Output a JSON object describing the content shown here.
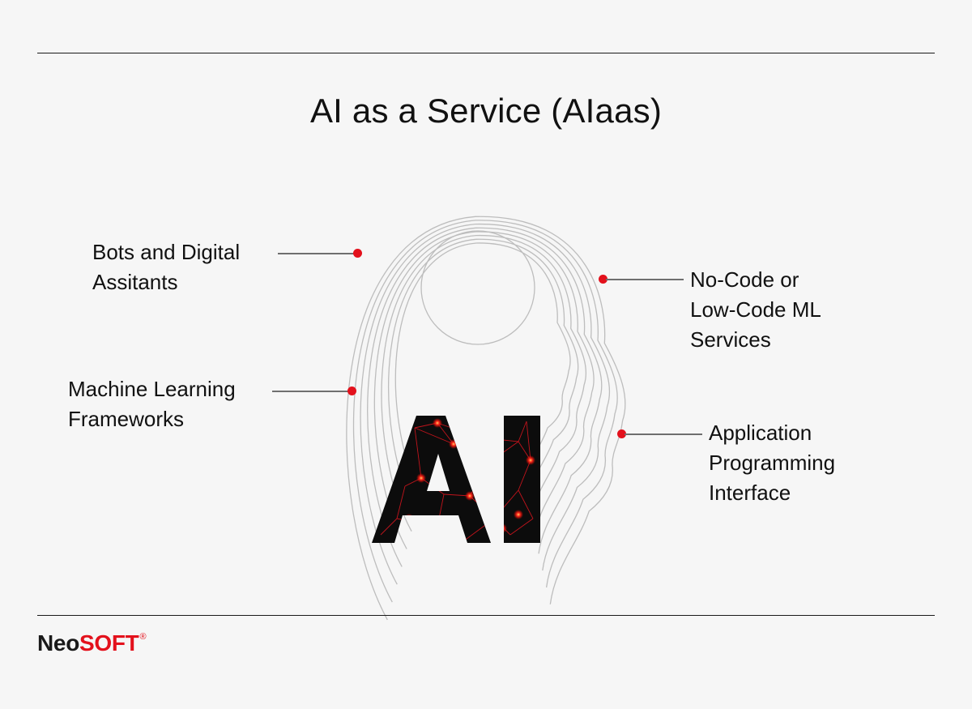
{
  "title": "AI as a Service (AIaas)",
  "center_graphic": {
    "text": "AI",
    "accent_color": "#e3111c"
  },
  "labels": {
    "bots": [
      "Bots and Digital",
      "Assitants"
    ],
    "ml_frameworks": [
      "Machine Learning",
      "Frameworks"
    ],
    "no_code": [
      "No-Code or",
      "Low-Code ML",
      "Services"
    ],
    "api": [
      "Application",
      "Programming",
      "Interface"
    ]
  },
  "brand": {
    "neo": "Neo",
    "soft": "SOFT",
    "mark": "®"
  },
  "colors": {
    "background": "#f6f6f6",
    "accent": "#e3111c",
    "text": "#111111",
    "contour": "#bdbdbd"
  }
}
